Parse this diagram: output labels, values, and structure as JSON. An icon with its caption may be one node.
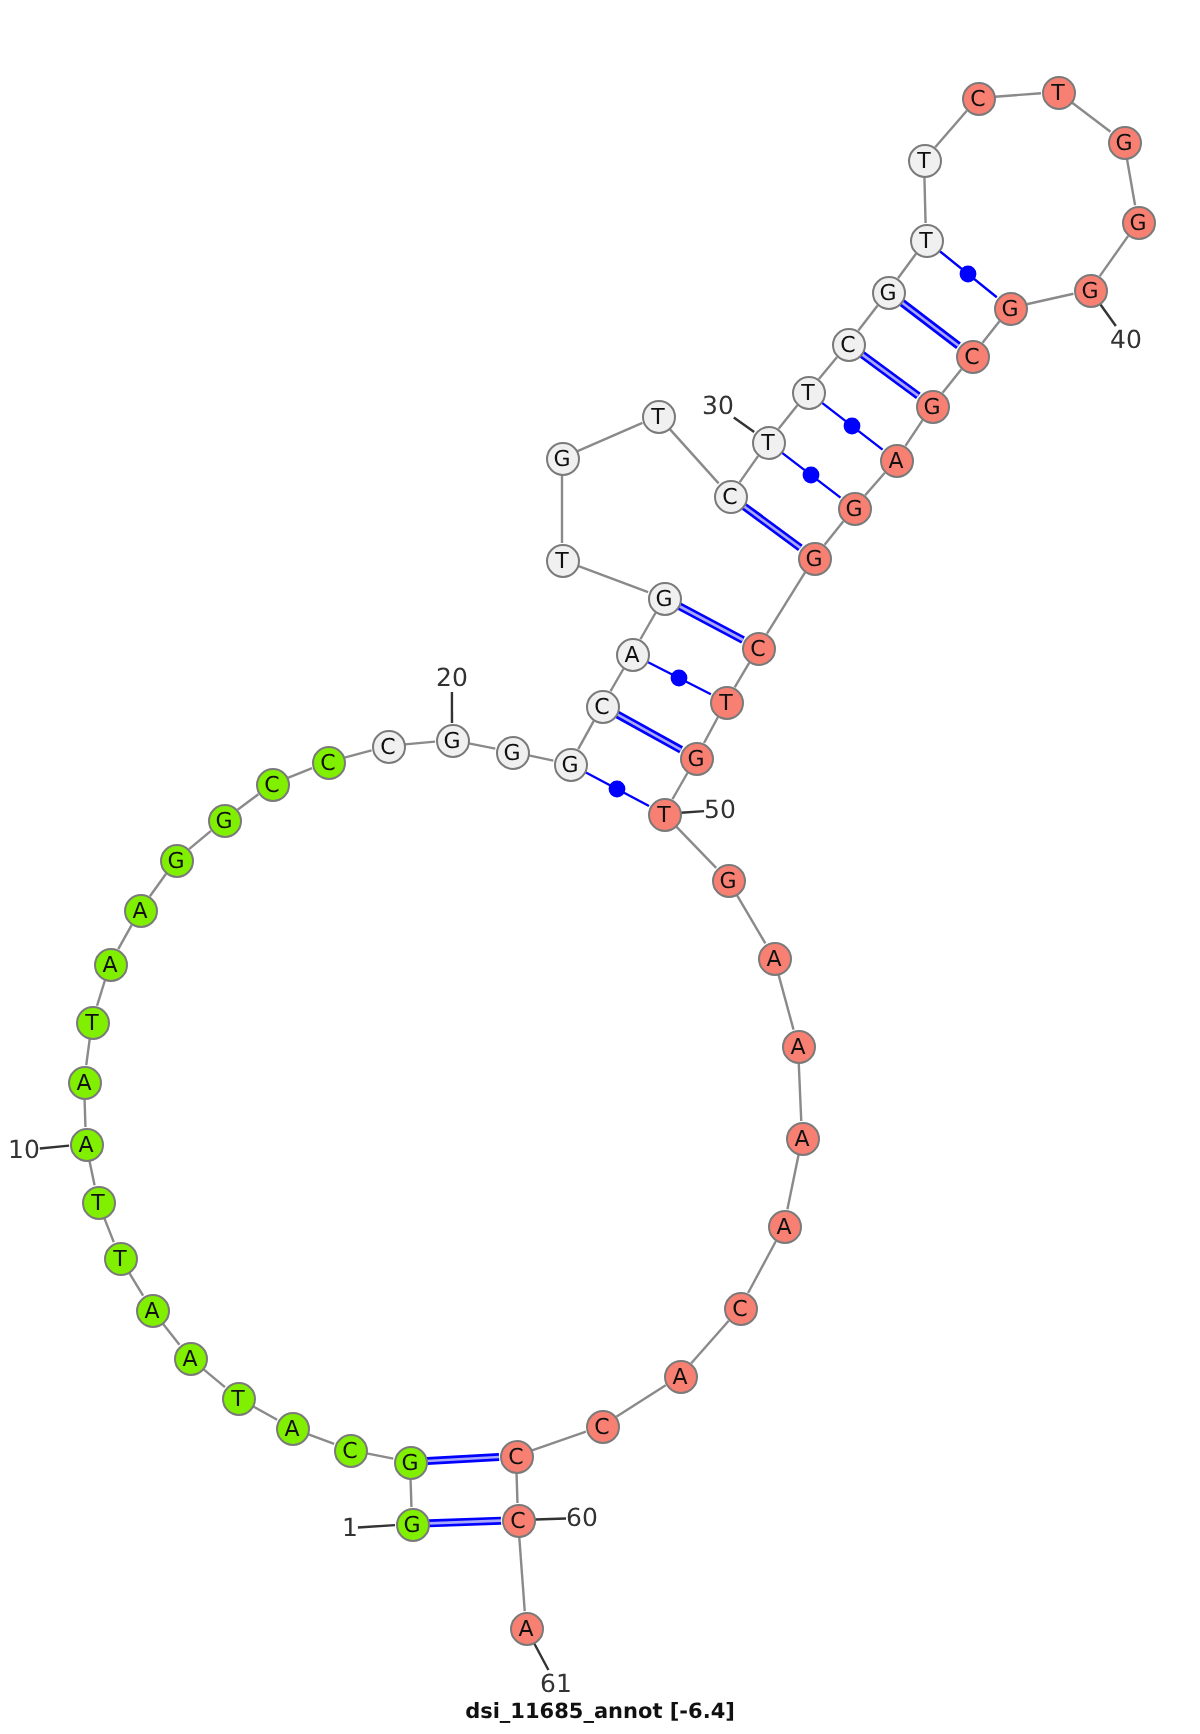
{
  "diagram": {
    "caption": "dsi_11685_annot [-6.4]",
    "nodes": [
      {
        "text": [
          "G"
        ]
      },
      {
        "text": [
          "G"
        ]
      },
      {
        "text": [
          "C"
        ]
      },
      {
        "text": [
          "A"
        ]
      },
      {
        "text": [
          "T"
        ]
      },
      {
        "text": [
          "A"
        ]
      },
      {
        "text": [
          "A"
        ]
      },
      {
        "text": [
          "T"
        ]
      },
      {
        "text": [
          "T"
        ]
      },
      {
        "text": [
          "A"
        ]
      },
      {
        "text": [
          "A"
        ]
      },
      {
        "text": [
          "T"
        ]
      },
      {
        "text": [
          "A"
        ]
      },
      {
        "text": [
          "A"
        ]
      },
      {
        "text": [
          "G"
        ]
      },
      {
        "text": [
          "G"
        ]
      },
      {
        "text": [
          "C"
        ]
      },
      {
        "text": [
          "C"
        ]
      },
      {
        "text": [
          "C"
        ]
      },
      {
        "text": [
          "G"
        ]
      },
      {
        "text": [
          "G"
        ]
      },
      {
        "text": [
          "G"
        ]
      },
      {
        "text": [
          "C"
        ]
      },
      {
        "text": [
          "A"
        ]
      },
      {
        "text": [
          "G"
        ]
      },
      {
        "text": [
          "T"
        ]
      },
      {
        "text": [
          "G"
        ]
      },
      {
        "text": [
          "T"
        ]
      },
      {
        "text": [
          "C"
        ]
      },
      {
        "text": [
          "T"
        ]
      },
      {
        "text": [
          "T"
        ]
      },
      {
        "text": [
          "C"
        ]
      },
      {
        "text": [
          "G"
        ]
      },
      {
        "text": [
          "T"
        ]
      },
      {
        "text": [
          "T"
        ]
      },
      {
        "text": [
          "C"
        ]
      },
      {
        "text": [
          "T"
        ]
      },
      {
        "text": [
          "G"
        ]
      },
      {
        "text": [
          "G"
        ]
      },
      {
        "text": [
          "G"
        ]
      },
      {
        "text": [
          "G"
        ]
      },
      {
        "text": [
          "C"
        ]
      },
      {
        "text": [
          "G"
        ]
      },
      {
        "text": [
          "A"
        ]
      },
      {
        "text": [
          "G"
        ]
      },
      {
        "text": [
          "G"
        ]
      },
      {
        "text": [
          "C"
        ]
      },
      {
        "text": [
          "T"
        ]
      },
      {
        "text": [
          "G"
        ]
      },
      {
        "text": [
          "T"
        ]
      },
      {
        "text": [
          "G"
        ]
      },
      {
        "text": [
          "A"
        ]
      },
      {
        "text": [
          "A"
        ]
      },
      {
        "text": [
          "A"
        ]
      },
      {
        "text": [
          "A"
        ]
      },
      {
        "text": [
          "C"
        ]
      },
      {
        "text": [
          "A"
        ]
      },
      {
        "text": [
          "C"
        ]
      },
      {
        "text": [
          "C"
        ]
      },
      {
        "text": [
          "C"
        ]
      },
      {
        "text": [
          "A"
        ]
      },
      {
        "text": [
          "1"
        ]
      },
      {
        "text": [
          "10"
        ]
      },
      {
        "text": [
          "20"
        ]
      },
      {
        "text": [
          "30"
        ]
      },
      {
        "text": [
          "40"
        ]
      },
      {
        "text": [
          "50"
        ]
      },
      {
        "text": [
          "60"
        ]
      },
      {
        "text": [
          "61"
        ]
      }
    ],
    "edges": [
      {
        "from": 0,
        "to": 1,
        "arrow": "none"
      },
      {
        "from": 1,
        "to": 2,
        "arrow": "none"
      },
      {
        "from": 2,
        "to": 3,
        "arrow": "none"
      },
      {
        "from": 3,
        "to": 4,
        "arrow": "none"
      },
      {
        "from": 4,
        "to": 5,
        "arrow": "none"
      },
      {
        "from": 5,
        "to": 6,
        "arrow": "none"
      },
      {
        "from": 6,
        "to": 7,
        "arrow": "none"
      },
      {
        "from": 7,
        "to": 8,
        "arrow": "none"
      },
      {
        "from": 8,
        "to": 9,
        "arrow": "none"
      },
      {
        "from": 9,
        "to": 10,
        "arrow": "none"
      },
      {
        "from": 10,
        "to": 11,
        "arrow": "none"
      },
      {
        "from": 11,
        "to": 12,
        "arrow": "none"
      },
      {
        "from": 12,
        "to": 13,
        "arrow": "none"
      },
      {
        "from": 13,
        "to": 14,
        "arrow": "none"
      },
      {
        "from": 14,
        "to": 15,
        "arrow": "none"
      },
      {
        "from": 15,
        "to": 16,
        "arrow": "none"
      },
      {
        "from": 16,
        "to": 17,
        "arrow": "none"
      },
      {
        "from": 17,
        "to": 18,
        "arrow": "none"
      },
      {
        "from": 18,
        "to": 19,
        "arrow": "none"
      },
      {
        "from": 19,
        "to": 20,
        "arrow": "none"
      },
      {
        "from": 20,
        "to": 21,
        "arrow": "none"
      },
      {
        "from": 21,
        "to": 22,
        "arrow": "none"
      },
      {
        "from": 22,
        "to": 23,
        "arrow": "none"
      },
      {
        "from": 23,
        "to": 24,
        "arrow": "none"
      },
      {
        "from": 24,
        "to": 25,
        "arrow": "none"
      },
      {
        "from": 25,
        "to": 26,
        "arrow": "none"
      },
      {
        "from": 26,
        "to": 27,
        "arrow": "none"
      },
      {
        "from": 27,
        "to": 28,
        "arrow": "none"
      },
      {
        "from": 28,
        "to": 29,
        "arrow": "none"
      },
      {
        "from": 29,
        "to": 30,
        "arrow": "none"
      },
      {
        "from": 30,
        "to": 31,
        "arrow": "none"
      },
      {
        "from": 31,
        "to": 32,
        "arrow": "none"
      },
      {
        "from": 32,
        "to": 33,
        "arrow": "none"
      },
      {
        "from": 33,
        "to": 34,
        "arrow": "none"
      },
      {
        "from": 34,
        "to": 35,
        "arrow": "none"
      },
      {
        "from": 35,
        "to": 36,
        "arrow": "none"
      },
      {
        "from": 36,
        "to": 37,
        "arrow": "none"
      },
      {
        "from": 37,
        "to": 38,
        "arrow": "none"
      },
      {
        "from": 38,
        "to": 39,
        "arrow": "none"
      },
      {
        "from": 39,
        "to": 40,
        "arrow": "none"
      },
      {
        "from": 40,
        "to": 41,
        "arrow": "none"
      },
      {
        "from": 41,
        "to": 42,
        "arrow": "none"
      },
      {
        "from": 42,
        "to": 43,
        "arrow": "none"
      },
      {
        "from": 43,
        "to": 44,
        "arrow": "none"
      },
      {
        "from": 44,
        "to": 45,
        "arrow": "none"
      },
      {
        "from": 45,
        "to": 46,
        "arrow": "none"
      },
      {
        "from": 46,
        "to": 47,
        "arrow": "none"
      },
      {
        "from": 47,
        "to": 48,
        "arrow": "none"
      },
      {
        "from": 48,
        "to": 49,
        "arrow": "none"
      },
      {
        "from": 49,
        "to": 50,
        "arrow": "none"
      },
      {
        "from": 50,
        "to": 51,
        "arrow": "none"
      },
      {
        "from": 51,
        "to": 52,
        "arrow": "none"
      },
      {
        "from": 52,
        "to": 53,
        "arrow": "none"
      },
      {
        "from": 53,
        "to": 54,
        "arrow": "none"
      },
      {
        "from": 54,
        "to": 55,
        "arrow": "none"
      },
      {
        "from": 55,
        "to": 56,
        "arrow": "none"
      },
      {
        "from": 56,
        "to": 57,
        "arrow": "none"
      },
      {
        "from": 57,
        "to": 58,
        "arrow": "none"
      },
      {
        "from": 58,
        "to": 59,
        "arrow": "none"
      },
      {
        "from": 59,
        "to": 60,
        "arrow": "none"
      },
      {
        "from": 0,
        "to": 59,
        "arrow": "none",
        "style": "thick",
        "color": "#0000ff"
      },
      {
        "from": 1,
        "to": 58,
        "arrow": "none",
        "style": "thick",
        "color": "#0000ff"
      },
      {
        "from": 21,
        "to": 49,
        "arrow": "none",
        "color": "#0000ff"
      },
      {
        "from": 22,
        "to": 48,
        "arrow": "none",
        "style": "thick",
        "color": "#0000ff"
      },
      {
        "from": 23,
        "to": 47,
        "arrow": "none",
        "color": "#0000ff"
      },
      {
        "from": 24,
        "to": 46,
        "arrow": "none",
        "style": "thick",
        "color": "#0000ff"
      },
      {
        "from": 28,
        "to": 45,
        "arrow": "none",
        "style": "thick",
        "color": "#0000ff"
      },
      {
        "from": 29,
        "to": 44,
        "arrow": "none",
        "color": "#0000ff"
      },
      {
        "from": 30,
        "to": 43,
        "arrow": "none",
        "color": "#0000ff"
      },
      {
        "from": 31,
        "to": 42,
        "arrow": "none",
        "style": "thick",
        "color": "#0000ff"
      },
      {
        "from": 32,
        "to": 41,
        "arrow": "none",
        "style": "thick",
        "color": "#0000ff"
      },
      {
        "from": 33,
        "to": 40,
        "arrow": "none",
        "color": "#0000ff"
      },
      {
        "from": 61,
        "to": 0,
        "arrow": "none"
      },
      {
        "from": 62,
        "to": 9,
        "arrow": "none"
      },
      {
        "from": 63,
        "to": 19,
        "arrow": "none"
      },
      {
        "from": 64,
        "to": 29,
        "arrow": "none"
      },
      {
        "from": 65,
        "to": 39,
        "arrow": "none"
      },
      {
        "from": 66,
        "to": 49,
        "arrow": "none"
      },
      {
        "from": 67,
        "to": 59,
        "arrow": "none"
      },
      {
        "from": 68,
        "to": 60,
        "arrow": "none"
      }
    ]
  }
}
